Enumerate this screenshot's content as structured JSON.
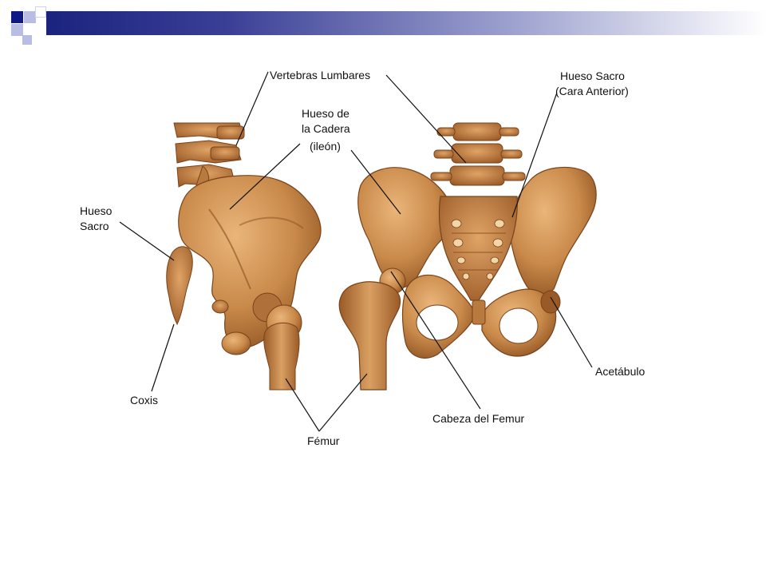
{
  "labels": {
    "vertebras_lumbares": "Vertebras Lumbares",
    "hueso_cadera_1": "Hueso de",
    "hueso_cadera_2": "la Cadera",
    "hueso_cadera_3": "(ileón)",
    "hueso_sacro_ant_1": "Hueso Sacro",
    "hueso_sacro_ant_2": "(Cara Anterior)",
    "hueso_sacro_1": "Hueso",
    "hueso_sacro_2": "Sacro",
    "coxis": "Coxis",
    "femur": "Fémur",
    "cabeza_femur": "Cabeza del Femur",
    "acetabulo": "Acetábulo"
  },
  "colors": {
    "header_dark": "#1a237e",
    "bone": "#c98a4a",
    "bone_dark": "#8a4f1f",
    "bone_light": "#e3ad72"
  }
}
